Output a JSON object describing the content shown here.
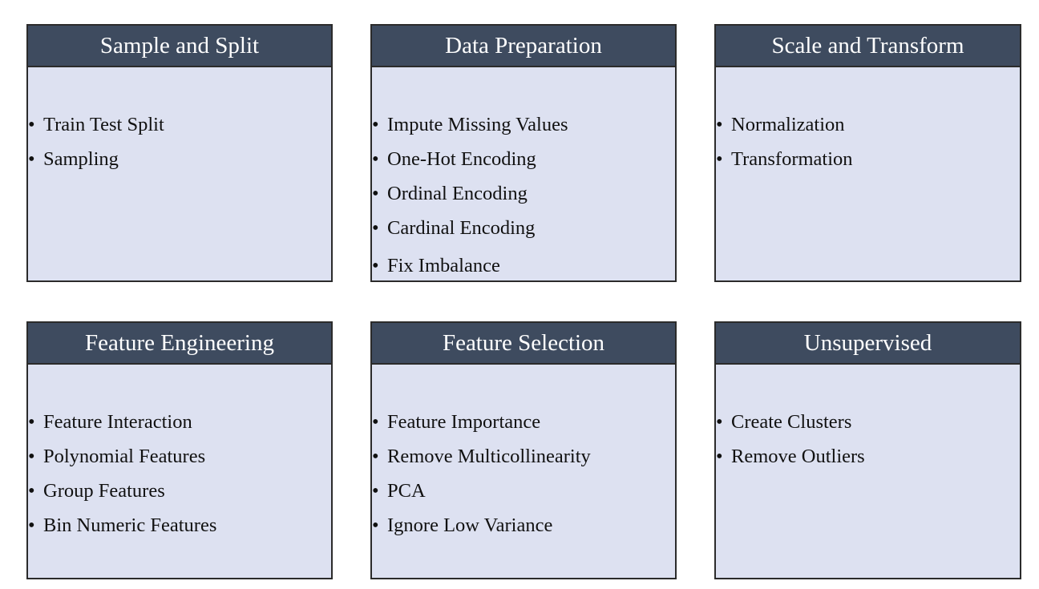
{
  "cards": [
    {
      "title": "Sample and Split",
      "items": [
        "Train Test Split",
        "Sampling"
      ]
    },
    {
      "title": "Data Preparation",
      "items": [
        "Impute Missing Values",
        "One-Hot Encoding",
        "Ordinal Encoding",
        "Cardinal Encoding",
        "Fix Imbalance"
      ]
    },
    {
      "title": "Scale and Transform",
      "items": [
        "Normalization",
        "Transformation"
      ]
    },
    {
      "title": "Feature Engineering",
      "items": [
        "Feature Interaction",
        "Polynomial Features",
        "Group Features",
        "Bin Numeric Features"
      ]
    },
    {
      "title": "Feature Selection",
      "items": [
        "Feature Importance",
        "Remove Multicollinearity",
        "PCA",
        "Ignore Low Variance"
      ]
    },
    {
      "title": "Unsupervised",
      "items": [
        "Create Clusters",
        "Remove Outliers"
      ]
    }
  ],
  "bullet_glyph": "•",
  "colors": {
    "header_bg": "#3e4b5f",
    "header_text": "#ffffff",
    "card_bg": "#dde1f1",
    "border": "#2b2b2b",
    "item_text": "#111111"
  }
}
